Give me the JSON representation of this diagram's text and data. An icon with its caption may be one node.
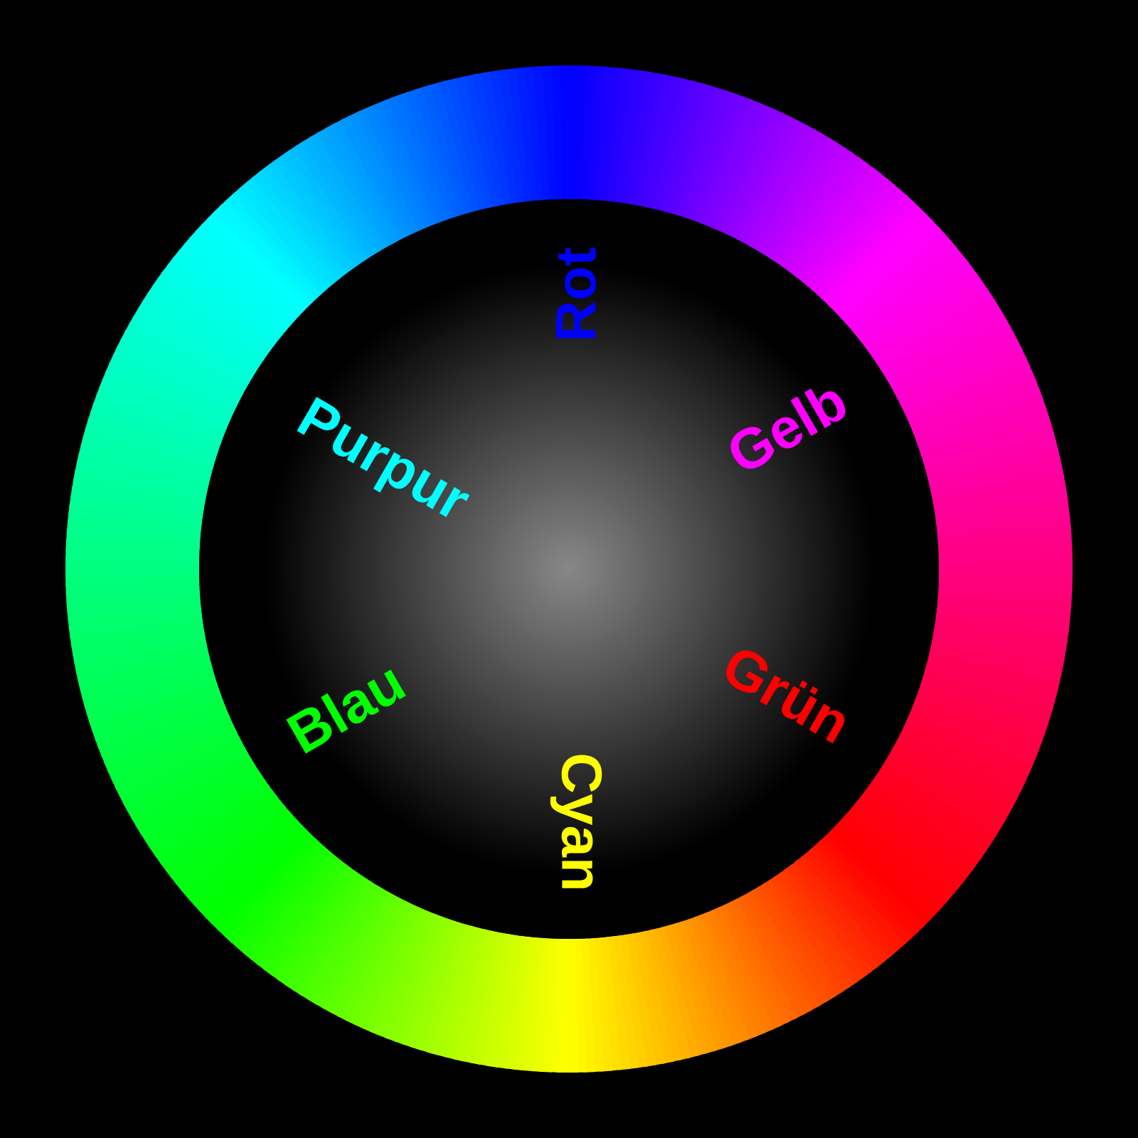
{
  "diagram": {
    "labels": [
      "Rot",
      "Gelb",
      "Grün",
      "Cyan",
      "Blau",
      "Purpur"
    ]
  }
}
